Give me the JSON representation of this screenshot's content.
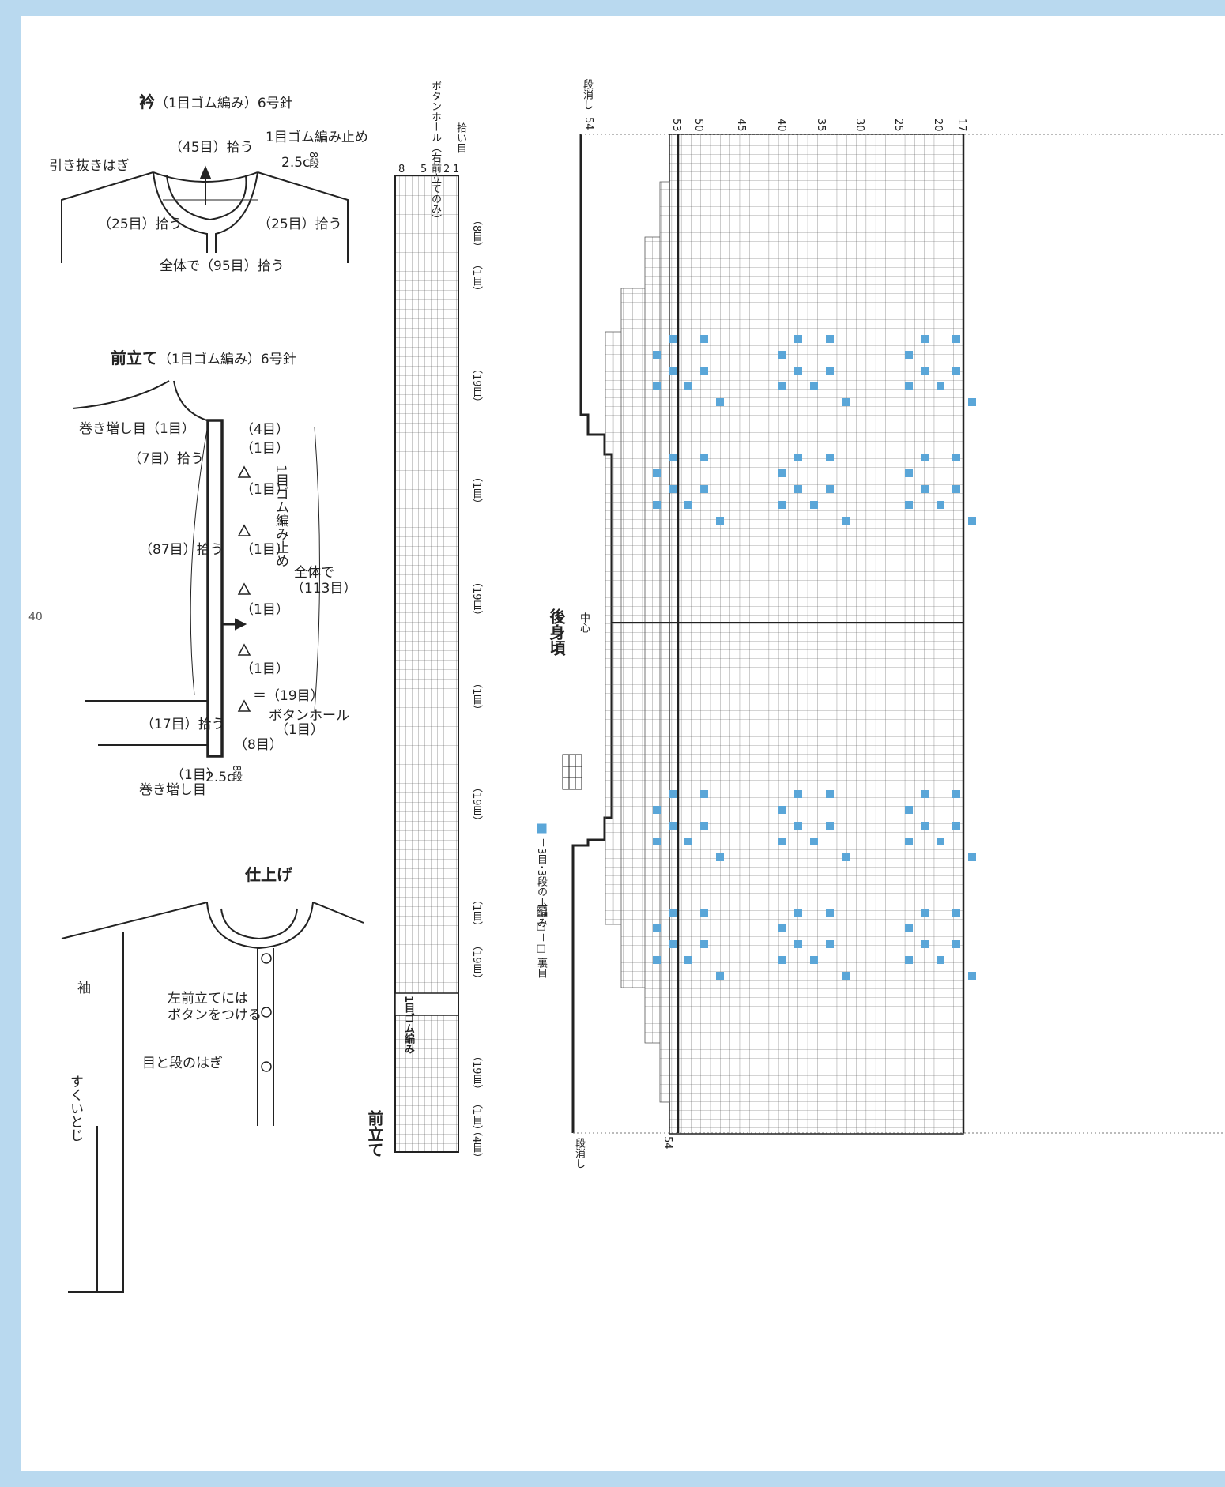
{
  "page_number": "40",
  "colors": {
    "frame": "#b9d9ef",
    "accent_square": "#5aa6d8",
    "line": "#222222"
  },
  "collar": {
    "title": "衿",
    "subtitle": "（1目ゴム編み）6号針",
    "labels": {
      "top_pick": "（45目）拾う",
      "bind_off": "1目ゴム編み止め",
      "slip_seam": "引き抜きはぎ",
      "width": "2.5c",
      "rows": "8段",
      "left_pick": "（25目）拾う",
      "right_pick": "（25目）拾う",
      "total_pick": "全体で（95目）拾う"
    }
  },
  "placket": {
    "title": "前立て",
    "subtitle": "（1目ゴム編み）6号針",
    "labels": {
      "cast_on_top": "巻き増し目（1目）",
      "pick7": "（7目）拾う",
      "pick87": "（87目）拾う",
      "pick17": "（17目）拾う",
      "c4": "（4目）",
      "c1": "（1目）",
      "c8": "（8目）",
      "eq19": "＝（19目）",
      "buttonhole": "ボタンホール",
      "buttonhole_count": "（1目）",
      "bind_off_v": "1目ゴム編み止め",
      "total": "全体で",
      "total_count": "（113目）",
      "cast_on_bottom_count": "（1目）",
      "cast_on_bottom": "巻き増し目",
      "width": "2.5c",
      "rows": "8段"
    }
  },
  "finishing": {
    "title": "仕上げ",
    "sleeve": "袖",
    "button_note_1": "左前立てには",
    "button_note_2": "ボタンをつける",
    "seam_rows": "目と段のはぎ",
    "slip_stitch": "すくいとじ"
  },
  "placket_chart": {
    "label": "前立て",
    "col_numbers": [
      "8",
      "5",
      "2",
      "1"
    ],
    "buttonhole_note": "ボタンホール（右前立てのみ）",
    "pickup_note": "拾い目",
    "rib_label": "1目ゴム編み",
    "counts": [
      "（8目）",
      "（1目）",
      "（19目）",
      "（1目）",
      "（19目）",
      "（1目）",
      "（19目）",
      "（1目）",
      "（19目）",
      "（19目）",
      "（1目）",
      "（4目）"
    ]
  },
  "back_chart": {
    "title": "後身頃",
    "center": "中心",
    "col_numbers": [
      "54",
      "53",
      "50",
      "45",
      "40",
      "35",
      "30",
      "25",
      "20",
      "17"
    ],
    "bottom_col": "54",
    "shaping_top": "段消し",
    "shaping_bottom": "段消し",
    "legend_purl": "□＝□ 裏目",
    "legend_bobble": "＝3目･3段の玉編み"
  }
}
